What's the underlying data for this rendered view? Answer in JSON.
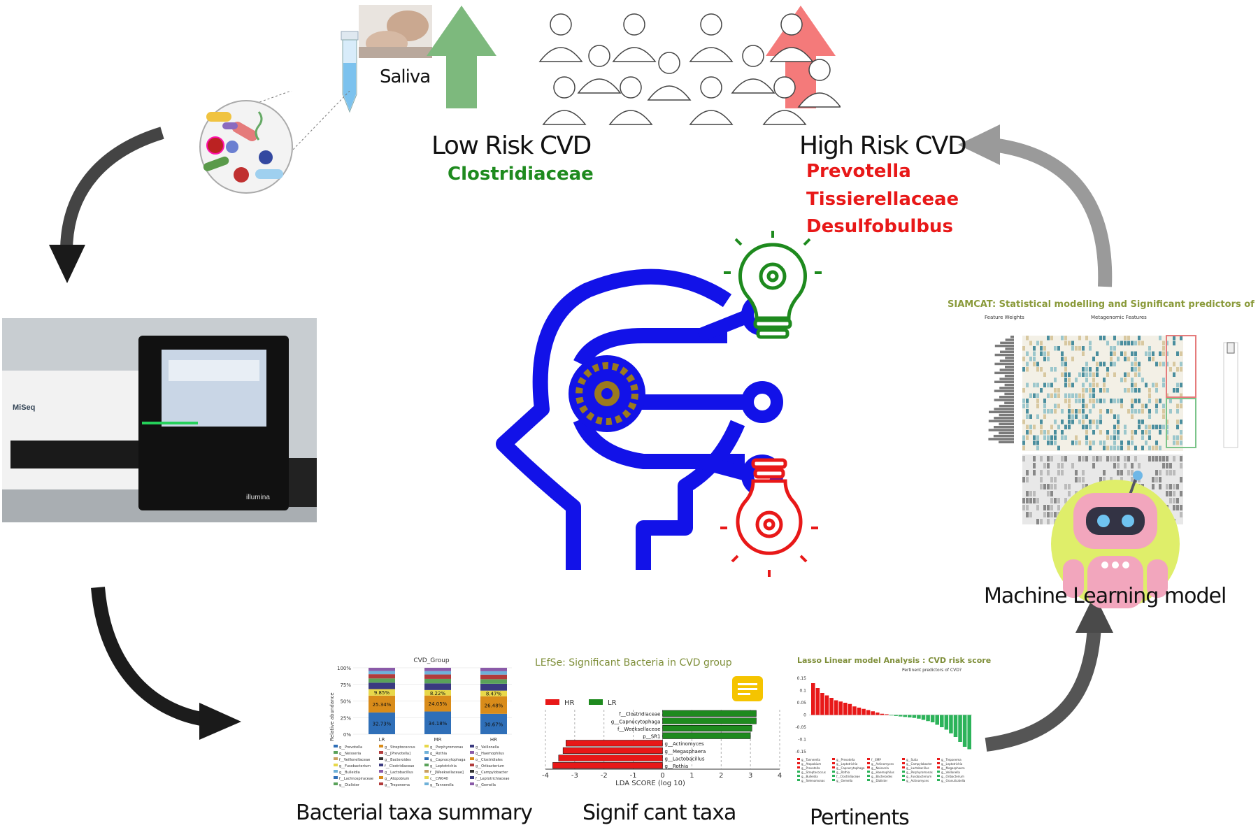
{
  "top": {
    "saliva_label": "Saliva",
    "low_risk_label": "Low Risk CVD",
    "high_risk_label": "High Risk CVD",
    "low_risk_taxa": [
      "Clostridiaceae"
    ],
    "high_risk_taxa": [
      "Prevotella",
      "Tissierellaceae",
      "Desulfobulbus"
    ]
  },
  "sequencer": {
    "brand_left": "MiSeq",
    "brand_right": "illumina"
  },
  "siamcat": {
    "title": "SIAMCAT:  Statistical modelling and Significant predictors of CVD",
    "feature_weights": "Feature Weights",
    "metagenomic_features": "Metagenomic Features"
  },
  "ml": {
    "label": "Machine Learning model"
  },
  "captions": {
    "bacterial": "Bacterial taxa summary",
    "significant": "Signif cant taxa",
    "pertinents": "Pertinents"
  },
  "colors": {
    "green": "#1e8a1e",
    "red": "#e81818",
    "blue": "#1212e8",
    "arrow_green": "#77b877",
    "arrow_red": "#f47a7a"
  },
  "bar_chart": {
    "title": "CVD_Group",
    "ylabel": "Relative abundance",
    "yticks": [
      "100%",
      "75%",
      "50%",
      "25%",
      "0%"
    ],
    "groups": [
      "LR",
      "MR",
      "HR"
    ],
    "bottom_pct": [
      "32.73%",
      "34.18%",
      "30.67%"
    ],
    "second_pct": [
      "25.34%",
      "24.05%",
      "26.48%"
    ],
    "third_pct": [
      "9.85%",
      "8.22%",
      "8.47%"
    ],
    "legend": [
      "g__Prevotella",
      "g__Streptococcus",
      "g__Porphyromonas",
      "g__Veillonella",
      "g__Neisseria",
      "g__[Prevotella]",
      "g__Rothia",
      "g__Haemophilus",
      "f__Veillonellaceae",
      "g__Bacteroides",
      "g__Capnocytophaga",
      "o__Clostridiales",
      "g__Fusobacterium",
      "f__Clostridiaceae",
      "g__Leptotrichia",
      "g__Oribacterium",
      "g__Bulleidia",
      "g__Lactobacillus",
      "f__[Weeksellaceae]",
      "g__Campylobacter",
      "f__Lachnospiraceae",
      "g__Atopobium",
      "c__CW040",
      "f__Leptotrichiaceae",
      "g__Dialister",
      "g__Treponema",
      "g__Tannerella",
      "g__Gemella"
    ]
  },
  "lefse": {
    "title": "LEfSe: Significant Bacteria in CVD group",
    "legend": [
      "HR",
      "LR"
    ],
    "xlabel": "LDA SCORE (log 10)",
    "xticks": [
      "-4",
      "-3",
      "-2",
      "-1",
      "0",
      "1",
      "2",
      "3",
      "4"
    ],
    "lr_taxa": [
      "f__Clostridiaceae",
      "g__Capnocytophaga",
      "f__Weeksellaceae",
      "p__SR1"
    ],
    "lr_values": [
      3.2,
      3.2,
      3.05,
      3.0
    ],
    "hr_taxa": [
      "g__Actinomyces",
      "g__Megasphaera",
      "g__Lactobacillus",
      "g__Rothia"
    ],
    "hr_values": [
      -3.3,
      -3.4,
      -3.55,
      -3.75
    ]
  },
  "lasso": {
    "title": "Lasso Linear model Analysis : CVD risk score",
    "subtitle": "Pertinent predictors of CVD?",
    "yticks": [
      "0.15",
      "0.1",
      "0.05",
      "0",
      "-0.05",
      "-0.1",
      "-0.15"
    ],
    "values": [
      0.13,
      0.11,
      0.09,
      0.08,
      0.07,
      0.06,
      0.055,
      0.05,
      0.045,
      0.035,
      0.03,
      0.025,
      0.02,
      0.015,
      0.01,
      0.005,
      0.003,
      -0.002,
      -0.004,
      -0.006,
      -0.008,
      -0.01,
      -0.012,
      -0.015,
      -0.02,
      -0.025,
      -0.03,
      -0.04,
      -0.05,
      -0.06,
      -0.075,
      -0.09,
      -0.11,
      -0.13,
      -0.14
    ],
    "legend": [
      "g__Tannerella",
      "g__Prevotella",
      "f__EMP",
      "g__Sutia",
      "g__Treponema",
      "g__Atopobium",
      "g__Leptotrichia",
      "g__Actinomyces",
      "g__Campylobacter",
      "g__Leptotrichia",
      "g__Prevotella",
      "g__Capnocytophaga",
      "g__Neisseria",
      "g__Lactobacillus",
      "g__Megasphaera",
      "g__Streptococcus",
      "g__Rothia",
      "g__Haemophilus",
      "g__Porphyromonas",
      "g__Veillonella",
      "g__Bulleidia",
      "f__Clostridiaceae",
      "g__Bacteroides",
      "g__Fusobacterium",
      "g__Oribacterium",
      "g__Selenomonas",
      "g__Gemella",
      "g__Dialister",
      "g__Actinomyces",
      "g__Granulicatella"
    ]
  }
}
